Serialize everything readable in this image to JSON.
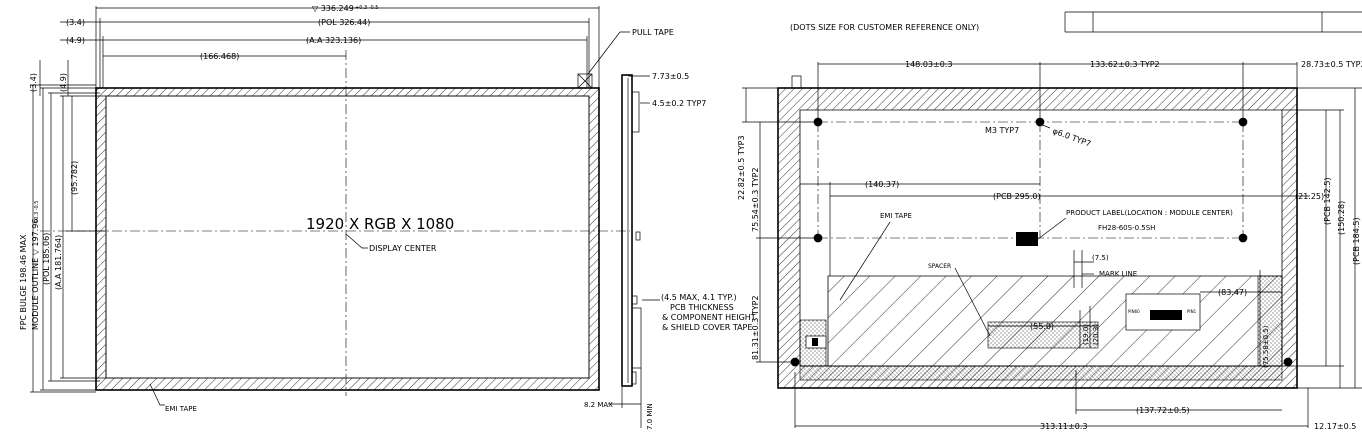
{
  "header": {
    "dots_note": "(DOTS SIZE FOR CUSTOMER REFERENCE ONLY)"
  },
  "front": {
    "top_dim_outline": "▽ 336.249",
    "top_dim_outline_tol": "+0.3 -0.5",
    "pol_offset": "(3.4)",
    "pol_width": "(POL 326.44)",
    "aa_offset": "(4.9)",
    "aa_width": "(A.A 323.136)",
    "center_x": "(166.468)",
    "pull_tape": "PULL TAPE",
    "left_pol_off": "(3.4)",
    "left_aa_off": "(4.9)",
    "center_y": "(95.782)",
    "fpc_bulge": "FPC BULGE 198.46 MAX",
    "module_outline": "MODULE OUTLINE ▽ 197.96",
    "module_outline_tol": "+0.3 -0.5",
    "pol_height": "(POL 185.06)",
    "aa_height": "(A.A 181.764)",
    "resolution": "1920 X RGB X 1080",
    "display_center": "DISPLAY CENTER",
    "emi_tape": "EMI TAPE"
  },
  "side": {
    "thk1": "7.73±0.5",
    "thk2": "4.5±0.2 TYP7",
    "pcb_note_1": "(4.5 MAX, 4.1 TYP.)",
    "pcb_note_2": "PCB THICKNESS",
    "pcb_note_3": "& COMPONENT HEIGHT",
    "pcb_note_4": "& SHIELD COVER TAPE",
    "bottom_max": "8.2 MAX",
    "bottom_min": "7.0 MIN"
  },
  "rear": {
    "dim_148": "148.03±0.3",
    "dim_133": "133.62±0.3 TYP2",
    "dim_28": "28.73±0.5 TYP2",
    "m3": "M3 TYP7",
    "phi6": "φ6.0 TYP7",
    "dim_22": "22.82±0.5 TYP3",
    "dim_75": "75.54±0.3 TYP2",
    "dim_81": "81.31±0.3 TYP2",
    "dim_140": "(140.37)",
    "pcb_295": "(PCB 295.0)",
    "dim_2125": "(21.25)",
    "pcb_1425": "(PCB 142.5)",
    "dim_15028": "(150.28)",
    "pcb_1845": "(PCB 184.5)",
    "emi_tape": "EMI TAPE",
    "product_label": "PRODUCT LABEL(LOCATION : MODULE CENTER)",
    "connector": "FH28-60S-0.5SH",
    "dim_75b": "(7.5)",
    "mark_line": "MARK LINE",
    "spacer": "SPACER",
    "dim_8347": "(83.47)",
    "dim_550": "(55.0)",
    "dim_190": "(19.0)",
    "dim_203": "(20.3)",
    "dim_7558": "(75.58±0.5)",
    "pin_left": "PIN60",
    "pin_right": "PIN1",
    "dim_13772": "(137.72±0.5)",
    "dim_313": "313.11±0.3",
    "dim_1217": "12.17±0.5"
  }
}
